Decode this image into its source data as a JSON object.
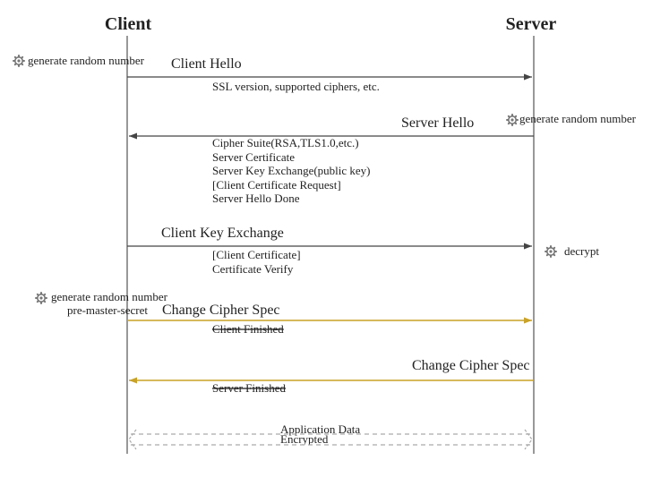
{
  "participants": {
    "client": "Client",
    "server": "Server"
  },
  "notes": {
    "client_random_1": "generate random number",
    "server_random": "generate random number",
    "server_decrypt": "decrypt",
    "client_random_2": "generate random number",
    "pre_master_secret": "pre-master-secret"
  },
  "messages": {
    "client_hello": {
      "label": "Client Hello",
      "direction": "client-to-server",
      "details": [
        "SSL version, supported ciphers, etc."
      ]
    },
    "server_hello": {
      "label": "Server Hello",
      "direction": "server-to-client",
      "details": [
        "Cipher Suite(RSA,TLS1.0,etc.)",
        "Server Certificate",
        "Server Key Exchange(public key)",
        "[Client Certificate Request]",
        "Server Hello Done"
      ]
    },
    "client_key_exchange": {
      "label": "Client Key Exchange",
      "direction": "client-to-server",
      "details": [
        "[Client Certificate]",
        "Certificate Verify"
      ]
    },
    "client_change_cipher": {
      "label": "Change Cipher Spec",
      "direction": "client-to-server",
      "details": [
        "Client Finished"
      ]
    },
    "server_change_cipher": {
      "label": "Change Cipher Spec",
      "direction": "server-to-client",
      "details": [
        "Server Finished"
      ]
    },
    "application_data": {
      "label": "Application Data",
      "sublabel": "Encrypted",
      "direction": "bidirectional"
    }
  },
  "colors": {
    "dark_arrow": "#444444",
    "gold_arrow": "#c9a227",
    "dashed_arrow": "#aaaaaa",
    "gear": "#777777"
  },
  "icons": {
    "note_icon": "gear-icon"
  }
}
